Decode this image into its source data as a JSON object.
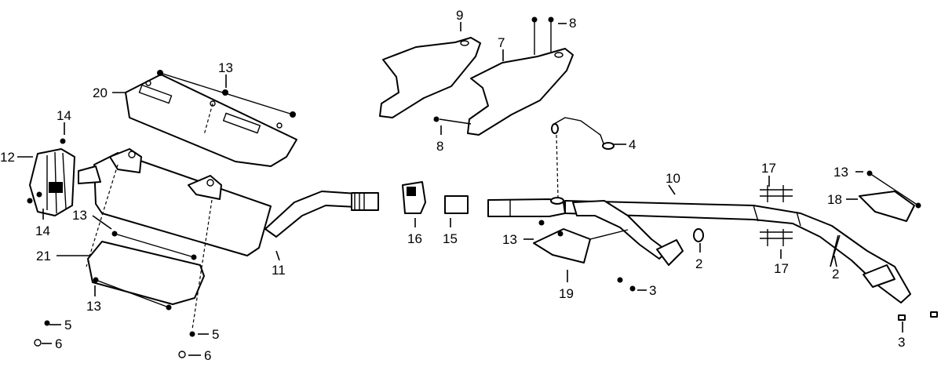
{
  "callouts": {
    "c1": "9",
    "c2": "8",
    "c3": "7",
    "c4": "8",
    "c5": "4",
    "c6": "13",
    "c7": "20",
    "c8": "14",
    "c9": "12",
    "c10": "14",
    "c11": "10",
    "c12": "17",
    "c13": "13",
    "c14": "18",
    "c15": "13",
    "c16": "21",
    "c17": "11",
    "c18": "16",
    "c19": "15",
    "c20": "13",
    "c21": "2",
    "c22": "19",
    "c23": "3",
    "c24": "17",
    "c25": "2",
    "c26": "13",
    "c27": "5",
    "c28": "6",
    "c29": "5",
    "c30": "6",
    "c31": "3"
  }
}
